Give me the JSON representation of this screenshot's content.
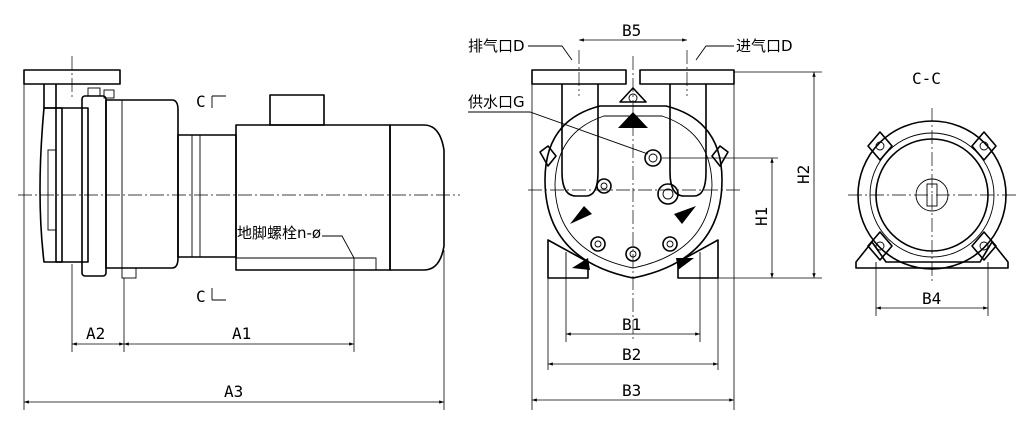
{
  "side_view": {
    "labels": {
      "section_top": "C",
      "section_bottom": "C",
      "foot_bolt": "地脚螺栓n-ø",
      "a1": "A1",
      "a2": "A2",
      "a3": "A3"
    }
  },
  "front_view": {
    "labels": {
      "exhaust": "排气口D",
      "intake": "进气口D",
      "water_supply": "供水口G",
      "b1": "B1",
      "b2": "B2",
      "b3": "B3",
      "b5": "B5",
      "h1": "H1",
      "h2": "H2"
    }
  },
  "section_view": {
    "labels": {
      "title": "C-C",
      "b4": "B4"
    }
  }
}
